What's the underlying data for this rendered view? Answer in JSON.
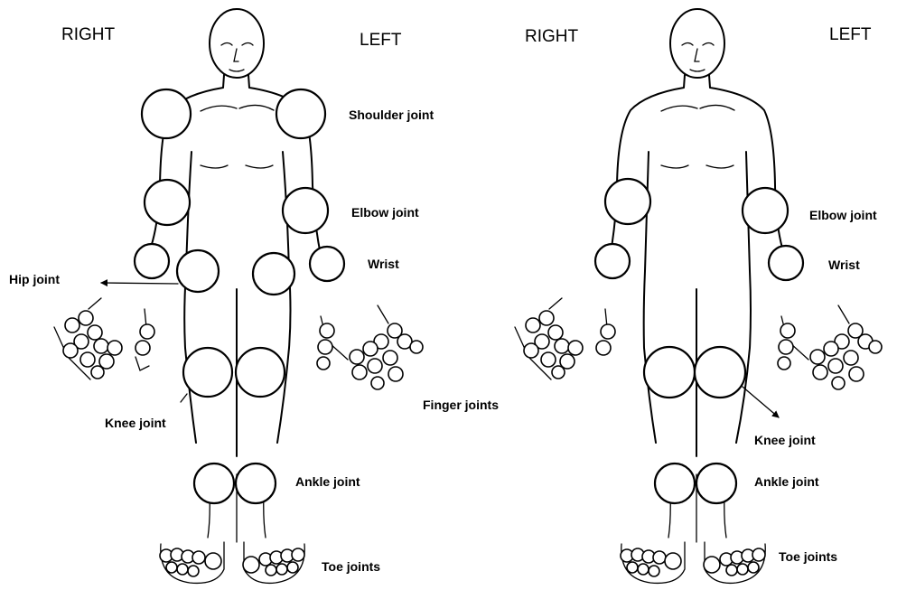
{
  "figure_left": {
    "side_right": "RIGHT",
    "side_left": "LEFT",
    "labels": {
      "shoulder": "Shoulder joint",
      "elbow": "Elbow joint",
      "wrist": "Wrist",
      "hip": "Hip joint",
      "finger": "Finger joints",
      "knee": "Knee joint",
      "ankle": "Ankle joint",
      "toe": "Toe joints"
    }
  },
  "figure_right": {
    "side_right": "RIGHT",
    "side_left": "LEFT",
    "labels": {
      "elbow": "Elbow joint",
      "wrist": "Wrist",
      "knee": "Knee joint",
      "ankle": "Ankle joint",
      "toe": "Toe joints"
    }
  }
}
